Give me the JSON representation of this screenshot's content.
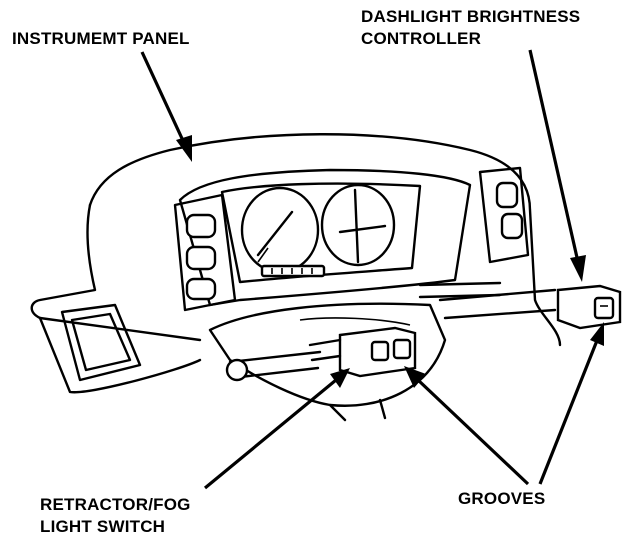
{
  "labels": {
    "instrument_panel": "INSTRUMEMT PANEL",
    "dashlight_line1": "DASHLIGHT BRIGHTNESS",
    "dashlight_line2": "CONTROLLER",
    "retractor_line1": "RETRACTOR/FOG",
    "retractor_line2": "LIGHT SWITCH",
    "grooves": "GROOVES"
  },
  "colors": {
    "ink": "#000000",
    "paper": "#ffffff"
  }
}
